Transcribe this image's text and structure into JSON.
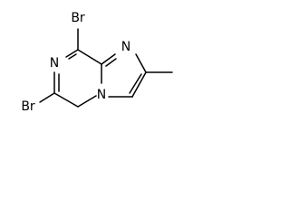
{
  "molecule": {
    "atoms": {
      "br_top": "Br",
      "br_bottom": "Br",
      "n_pyrazine": "N",
      "n_imidazole": "N",
      "n_bridge": "N"
    },
    "colors": {
      "bond": "#000000",
      "label": "#000000",
      "background": "#ffffff"
    }
  }
}
